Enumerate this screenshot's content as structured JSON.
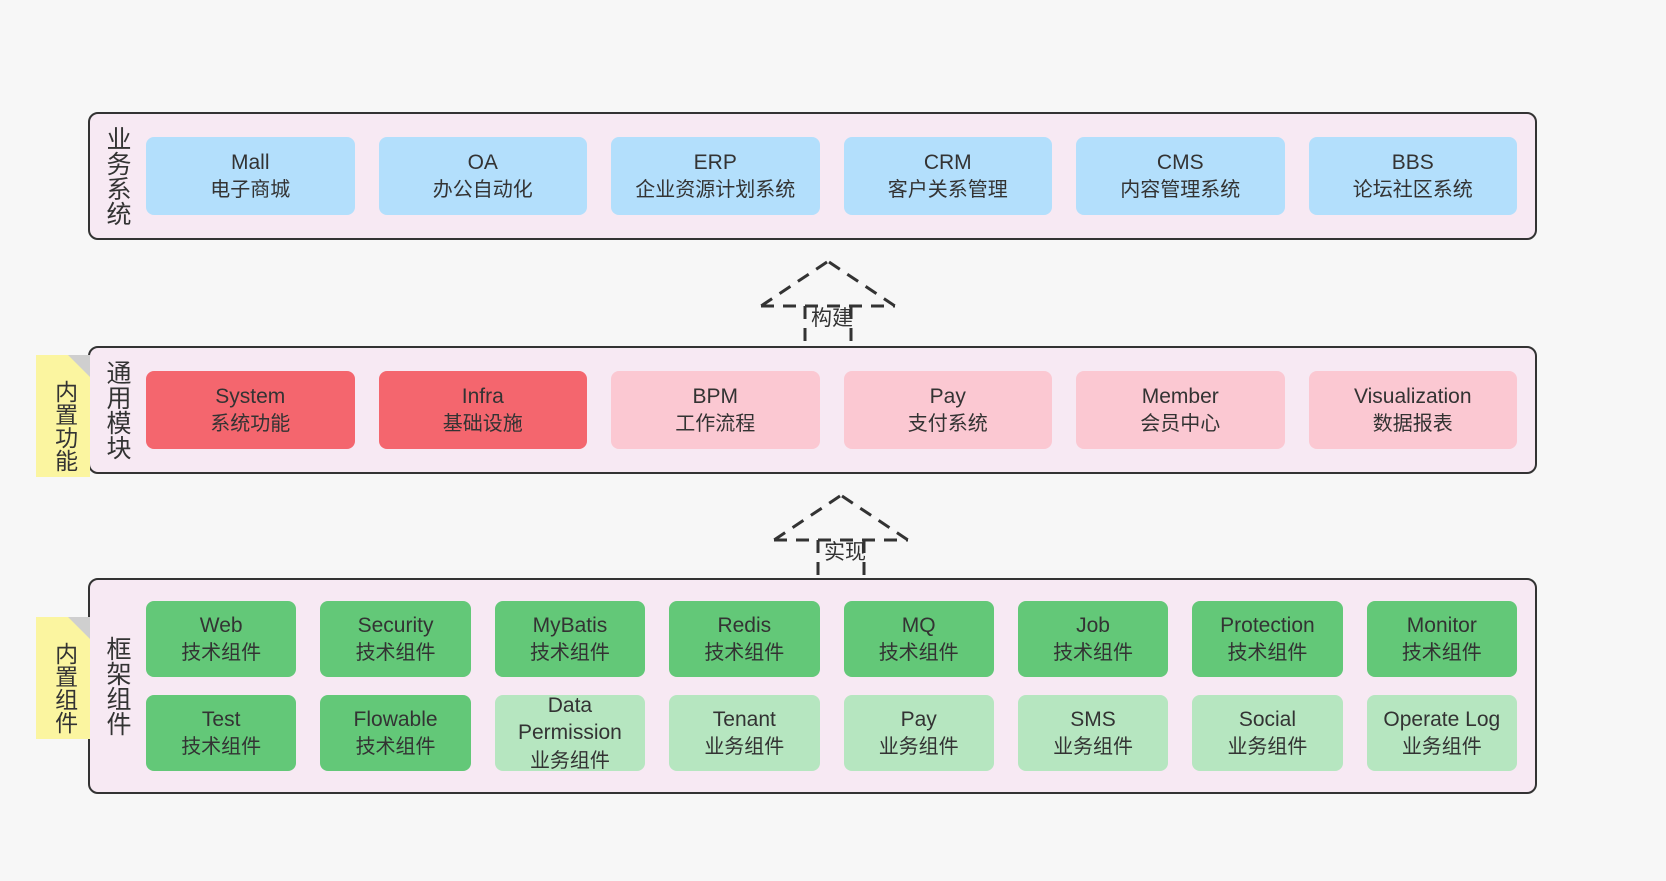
{
  "diagram": {
    "background_color": "#f7f7f7",
    "panel_color": "#f7e9f3",
    "note_color": "#fbf5a0"
  },
  "layers": [
    {
      "id": "business-system",
      "title": "业务系统",
      "cards": [
        {
          "en": "Mall",
          "cn": "电子商城",
          "color": "#b3dffc",
          "style": "blue"
        },
        {
          "en": "OA",
          "cn": "办公自动化",
          "color": "#b3dffc",
          "style": "blue"
        },
        {
          "en": "ERP",
          "cn": "企业资源计划系统",
          "color": "#b3dffc",
          "style": "blue"
        },
        {
          "en": "CRM",
          "cn": "客户关系管理",
          "color": "#b3dffc",
          "style": "blue"
        },
        {
          "en": "CMS",
          "cn": "内容管理系统",
          "color": "#b3dffc",
          "style": "blue"
        },
        {
          "en": "BBS",
          "cn": "论坛社区系统",
          "color": "#b3dffc",
          "style": "blue"
        }
      ]
    },
    {
      "id": "common-module",
      "title": "通用模块",
      "note": "内置功能",
      "cards": [
        {
          "en": "System",
          "cn": "系统功能",
          "color": "#f4666e",
          "style": "red"
        },
        {
          "en": "Infra",
          "cn": "基础设施",
          "color": "#f4666e",
          "style": "red"
        },
        {
          "en": "BPM",
          "cn": "工作流程",
          "color": "#fbc8d2",
          "style": "pink"
        },
        {
          "en": "Pay",
          "cn": "支付系统",
          "color": "#fbc8d2",
          "style": "pink"
        },
        {
          "en": "Member",
          "cn": "会员中心",
          "color": "#fbc8d2",
          "style": "pink"
        },
        {
          "en": "Visualization",
          "cn": "数据报表",
          "color": "#fbc8d2",
          "style": "pink"
        }
      ]
    },
    {
      "id": "framework-component",
      "title": "框架组件",
      "note": "内置组件",
      "rows": [
        [
          {
            "en": "Web",
            "cn": "技术组件",
            "color": "#63c878",
            "style": "green"
          },
          {
            "en": "Security",
            "cn": "技术组件",
            "color": "#63c878",
            "style": "green"
          },
          {
            "en": "MyBatis",
            "cn": "技术组件",
            "color": "#63c878",
            "style": "green"
          },
          {
            "en": "Redis",
            "cn": "技术组件",
            "color": "#63c878",
            "style": "green"
          },
          {
            "en": "MQ",
            "cn": "技术组件",
            "color": "#63c878",
            "style": "green"
          },
          {
            "en": "Job",
            "cn": "技术组件",
            "color": "#63c878",
            "style": "green"
          },
          {
            "en": "Protection",
            "cn": "技术组件",
            "color": "#63c878",
            "style": "green"
          },
          {
            "en": "Monitor",
            "cn": "技术组件",
            "color": "#63c878",
            "style": "green"
          }
        ],
        [
          {
            "en": "Test",
            "cn": "技术组件",
            "color": "#63c878",
            "style": "green"
          },
          {
            "en": "Flowable",
            "cn": "技术组件",
            "color": "#63c878",
            "style": "green"
          },
          {
            "en": "Data Permission",
            "cn": "业务组件",
            "color": "#b6e6c0",
            "style": "lgreen",
            "wrap": true
          },
          {
            "en": "Tenant",
            "cn": "业务组件",
            "color": "#b6e6c0",
            "style": "lgreen"
          },
          {
            "en": "Pay",
            "cn": "业务组件",
            "color": "#b6e6c0",
            "style": "lgreen"
          },
          {
            "en": "SMS",
            "cn": "业务组件",
            "color": "#b6e6c0",
            "style": "lgreen"
          },
          {
            "en": "Social",
            "cn": "业务组件",
            "color": "#b6e6c0",
            "style": "lgreen"
          },
          {
            "en": "Operate Log",
            "cn": "业务组件",
            "color": "#b6e6c0",
            "style": "lgreen"
          }
        ]
      ]
    }
  ],
  "connectors": [
    {
      "id": "build",
      "label": "构建"
    },
    {
      "id": "implement",
      "label": "实现"
    }
  ]
}
